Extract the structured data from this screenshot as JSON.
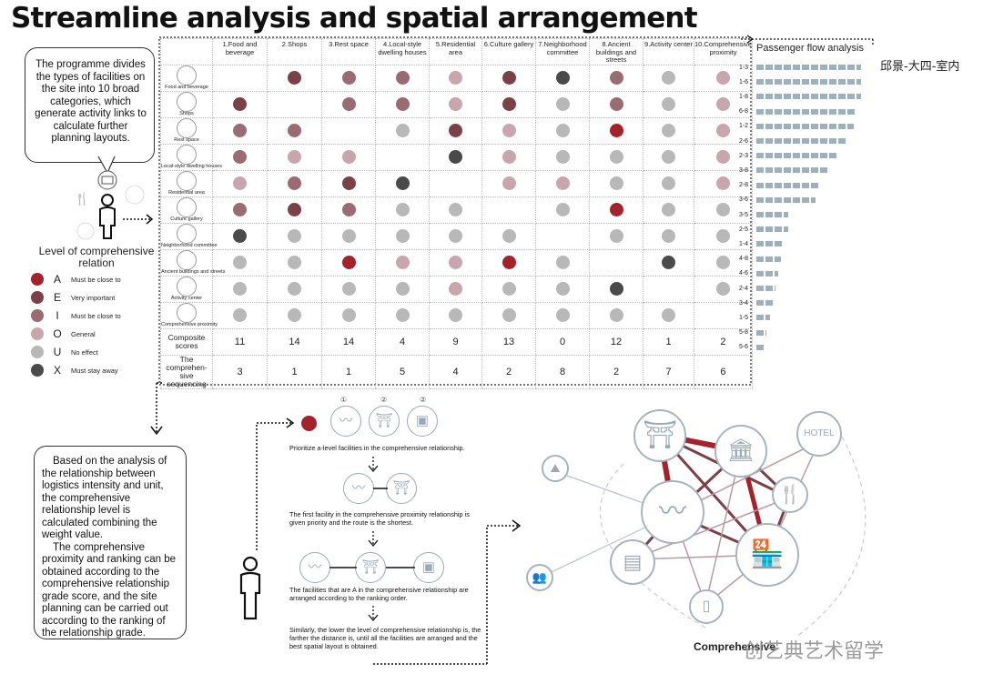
{
  "title": "Streamline analysis and spatial arrangement",
  "intro_text": "The programme divides the types of facilities on the site into 10 broad categories, which generate activity links to calculate further planning layouts.",
  "legend": {
    "title": "Level of comprehensive relation",
    "items": [
      {
        "code": "A",
        "label": "Must be close to",
        "color": "#a3222b"
      },
      {
        "code": "E",
        "label": "Very important",
        "color": "#7a4149"
      },
      {
        "code": "I",
        "label": "Must be close to",
        "color": "#9a6b73"
      },
      {
        "code": "O",
        "label": "General",
        "color": "#c9a6ad"
      },
      {
        "code": "U",
        "label": "No effect",
        "color": "#b8b8b8"
      },
      {
        "code": "X",
        "label": "Must stay away",
        "color": "#4a4a4a"
      }
    ]
  },
  "matrix": {
    "columns": [
      "1.Food and beverage",
      "2.Shops",
      "3.Rest space",
      "4.Local-style dwelling houses",
      "5.Residential area",
      "6.Culture gallery",
      "7.Neighborhood committee",
      "8.Ancient buildings and streets",
      "9.Activity center",
      "10.Comprehensive proximity"
    ],
    "rows": [
      "Food and beverage",
      "Shops",
      "Rest space",
      "Local-style dwelling houses",
      "Residential area",
      "Culture gallery",
      "Neighborhood committee",
      "Ancient buildings and streets",
      "Activity center",
      "Comprehensive proximity"
    ],
    "row_icons": [
      "food-icon",
      "shop-icon",
      "rest-icon",
      "dwelling-icon",
      "residential-icon",
      "gallery-icon",
      "committee-icon",
      "ancient-building-icon",
      "activity-icon",
      "proximity-icon"
    ],
    "cells": [
      [
        "",
        "E",
        "I",
        "I",
        "O",
        "E",
        "X",
        "I",
        "U",
        "O"
      ],
      [
        "E",
        "",
        "I",
        "I",
        "O",
        "E",
        "U",
        "I",
        "U",
        "O"
      ],
      [
        "I",
        "I",
        "",
        "U",
        "E",
        "O",
        "U",
        "A",
        "U",
        "O"
      ],
      [
        "I",
        "O",
        "O",
        "",
        "X",
        "O",
        "U",
        "U",
        "U",
        "O"
      ],
      [
        "O",
        "I",
        "E",
        "X",
        "",
        "O",
        "O",
        "U",
        "U",
        "O"
      ],
      [
        "I",
        "E",
        "I",
        "U",
        "U",
        "",
        "U",
        "A",
        "U",
        "U"
      ],
      [
        "X",
        "U",
        "U",
        "U",
        "U",
        "U",
        "",
        "U",
        "U",
        "U"
      ],
      [
        "U",
        "U",
        "A",
        "O",
        "O",
        "A",
        "U",
        "",
        "X",
        "U"
      ],
      [
        "U",
        "U",
        "U",
        "U",
        "O",
        "U",
        "U",
        "X",
        "",
        "U"
      ],
      [
        "U",
        "U",
        "U",
        "U",
        "U",
        "U",
        "U",
        "U",
        "U",
        ""
      ]
    ],
    "score_label": "Composite scores",
    "scores": [
      "11",
      "14",
      "14",
      "4",
      "9",
      "13",
      "0",
      "12",
      "1",
      "2"
    ],
    "rank_label": "The comprehen-sive sequencing",
    "ranks": [
      "3",
      "1",
      "1",
      "5",
      "4",
      "2",
      "8",
      "2",
      "7",
      "6"
    ]
  },
  "passenger_flow": {
    "title": "Passenger flow analysis",
    "chinese_label": "邱景-大四-室内",
    "pairs": [
      "1-3",
      "1-6",
      "1-8",
      "6-8",
      "1-2",
      "2-6",
      "2-3",
      "3-8",
      "2-8",
      "3-6",
      "3-5",
      "2-5",
      "1-4",
      "4-8",
      "4-6",
      "2-4",
      "3-4",
      "1-5",
      "5-8",
      "5-6"
    ],
    "levels": [
      115,
      115,
      115,
      110,
      107,
      100,
      90,
      80,
      68,
      65,
      35,
      35,
      30,
      27,
      24,
      21,
      18,
      15,
      11,
      8
    ]
  },
  "explanation_paragraphs": [
    "Based on the analysis of the relationship between logistics intensity and unit, the comprehensive relationship level is calculated combining the weight value.",
    "The comprehensive proximity and ranking can be obtained according to the comprehensive relationship grade score, and the site planning can be carried out according to the ranking of the relationship grade."
  ],
  "steps": [
    "Prioritize a-level facilities in the comprehensive relationship.",
    "The first facility in the comprehensive proximity relationship is given priority and the route is the shortest.",
    "The facilities that are A in the comprehensive relationship are arranged according to the ranking order.",
    "Similarly, the lower the level of comprehensive relationship is, the farther the distance is, until all the facilities are arranged and the best spatial layout is obtained."
  ],
  "step_numbers": [
    "①",
    "②",
    "②"
  ],
  "network_caption": "Comprehensive",
  "watermark": "创艺典艺术留学"
}
